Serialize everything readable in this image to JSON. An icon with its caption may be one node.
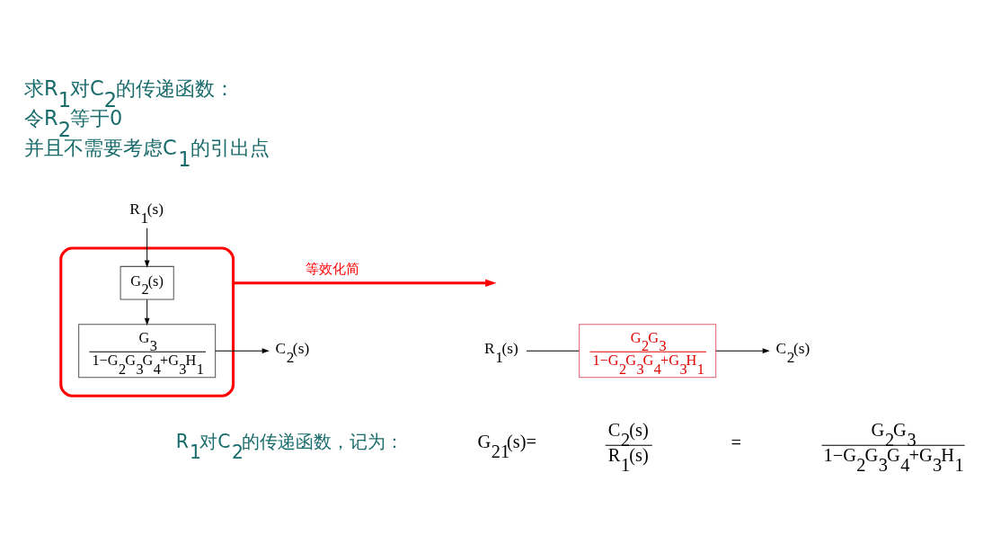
{
  "diagram": {
    "nodes": [
      {
        "text": [
          "R$_{1}$(s)"
        ]
      },
      {
        "text": [],
        "shape": "box"
      },
      {
        "text": [
          "G$_{2}$(s)"
        ],
        "in": 1
      },
      {
        "text": [
          "G$_{3}$",
          "1−G$_{2}$G$_{3}$G$_{4}$+G$_{3}$H$_{1}$"
        ],
        "in": 1
      },
      {
        "text": [
          "C$_{2}$(s)"
        ]
      },
      {
        "text": [
          "R$_{1}$(s)"
        ]
      },
      {
        "text": [
          "G$_{2}$G$_{3}$",
          "1−G$_{2}$G$_{3}$G$_{4}$+G$_{3}$H$_{1}$"
        ]
      },
      {
        "text": [
          "C$_{2}$(s)"
        ]
      }
    ],
    "edges": [
      {
        "from": 0,
        "to": 2,
        "arrow": "to"
      },
      {
        "from": 2,
        "to": 3,
        "arrow": "to"
      },
      {
        "from": 3,
        "to": 4,
        "arrow": "to"
      },
      {
        "from": 1,
        "to": null,
        "arrow": "to",
        "label": "等效化简",
        "style": "thick",
        "color": "#ff0000"
      },
      {
        "from": 5,
        "to": 6,
        "arrow": "none"
      },
      {
        "from": 6,
        "to": 7,
        "arrow": "to"
      }
    ],
    "labels": [
      "求R$_{1}$对C$_{2}$的传递函数：",
      "令R$_{2}$等于0",
      "并且不需要考虑C$_{1}$的引出点",
      "R$_{1}$对C$_{2}$的传递函数，记为：",
      "G$_{21}$(s)=",
      "C$_{2}$(s)",
      "R$_{1}$(s)",
      "=",
      "G$_{2}$G$_{3}$",
      "1−G$_{2}$G$_{3}$G$_{4}$+G$_{3}$H$_{1}$"
    ]
  }
}
